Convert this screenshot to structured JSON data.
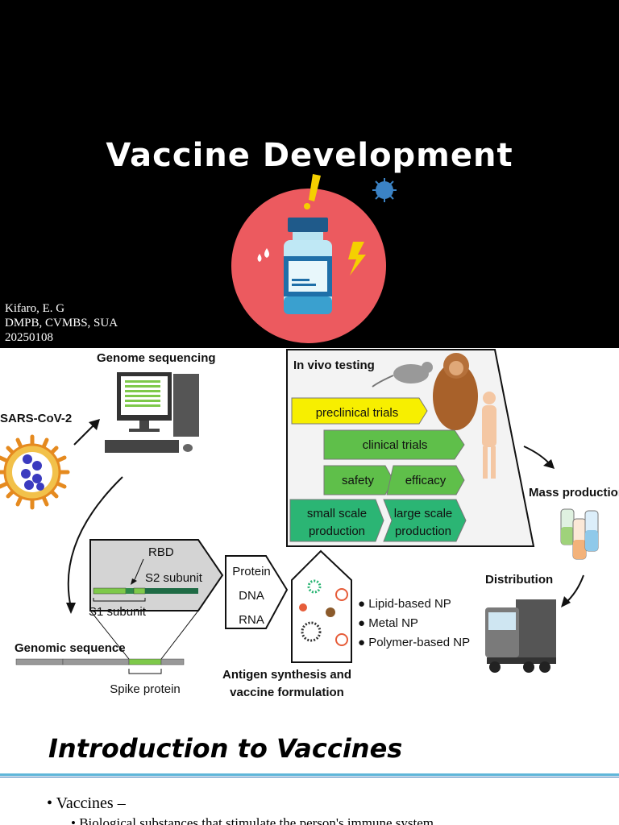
{
  "slide1": {
    "title": "Vaccine Development",
    "author_lines": [
      "Kifaro, E. G",
      "DMPB, CVMBS, SUA",
      "20250108"
    ],
    "colors": {
      "background": "#000000",
      "circle": "#ec5a5f",
      "virus": "#3b82c4",
      "exclamation": "#f5d000",
      "bolt": "#f5d000"
    }
  },
  "diagram": {
    "genome_sequencing": "Genome sequencing",
    "sars": "SARS-CoV-2",
    "in_vivo": "In vivo testing",
    "preclinical": "preclinical trials",
    "clinical": "clinical trials",
    "safety": "safety",
    "efficacy": "efficacy",
    "small_scale_1": "small scale",
    "small_scale_2": "production",
    "large_scale_1": "large scale",
    "large_scale_2": "production",
    "mass_production": "Mass production",
    "distribution": "Distribution",
    "rbd": "RBD",
    "s2": "S2 subunit",
    "s1": "S1 subunit",
    "genomic_sequence": "Genomic sequence",
    "spike": "Spike protein",
    "protein": "Protein",
    "dna": "DNA",
    "rna": "RNA",
    "np1": "Lipid-based NP",
    "np2": "Metal NP",
    "np3": "Polymer-based NP",
    "antigen_1": "Antigen synthesis and",
    "antigen_2": "vaccine formulation",
    "colors": {
      "yellow": "#f7ef00",
      "green": "#5fbf4a",
      "teal": "#2bb574",
      "gray": "#d4d4d4"
    }
  },
  "slide3": {
    "title": "Introduction to Vaccines",
    "bullet1": "• Vaccines –",
    "bullet2": "• Biological substances that stimulate the person's immune system"
  }
}
